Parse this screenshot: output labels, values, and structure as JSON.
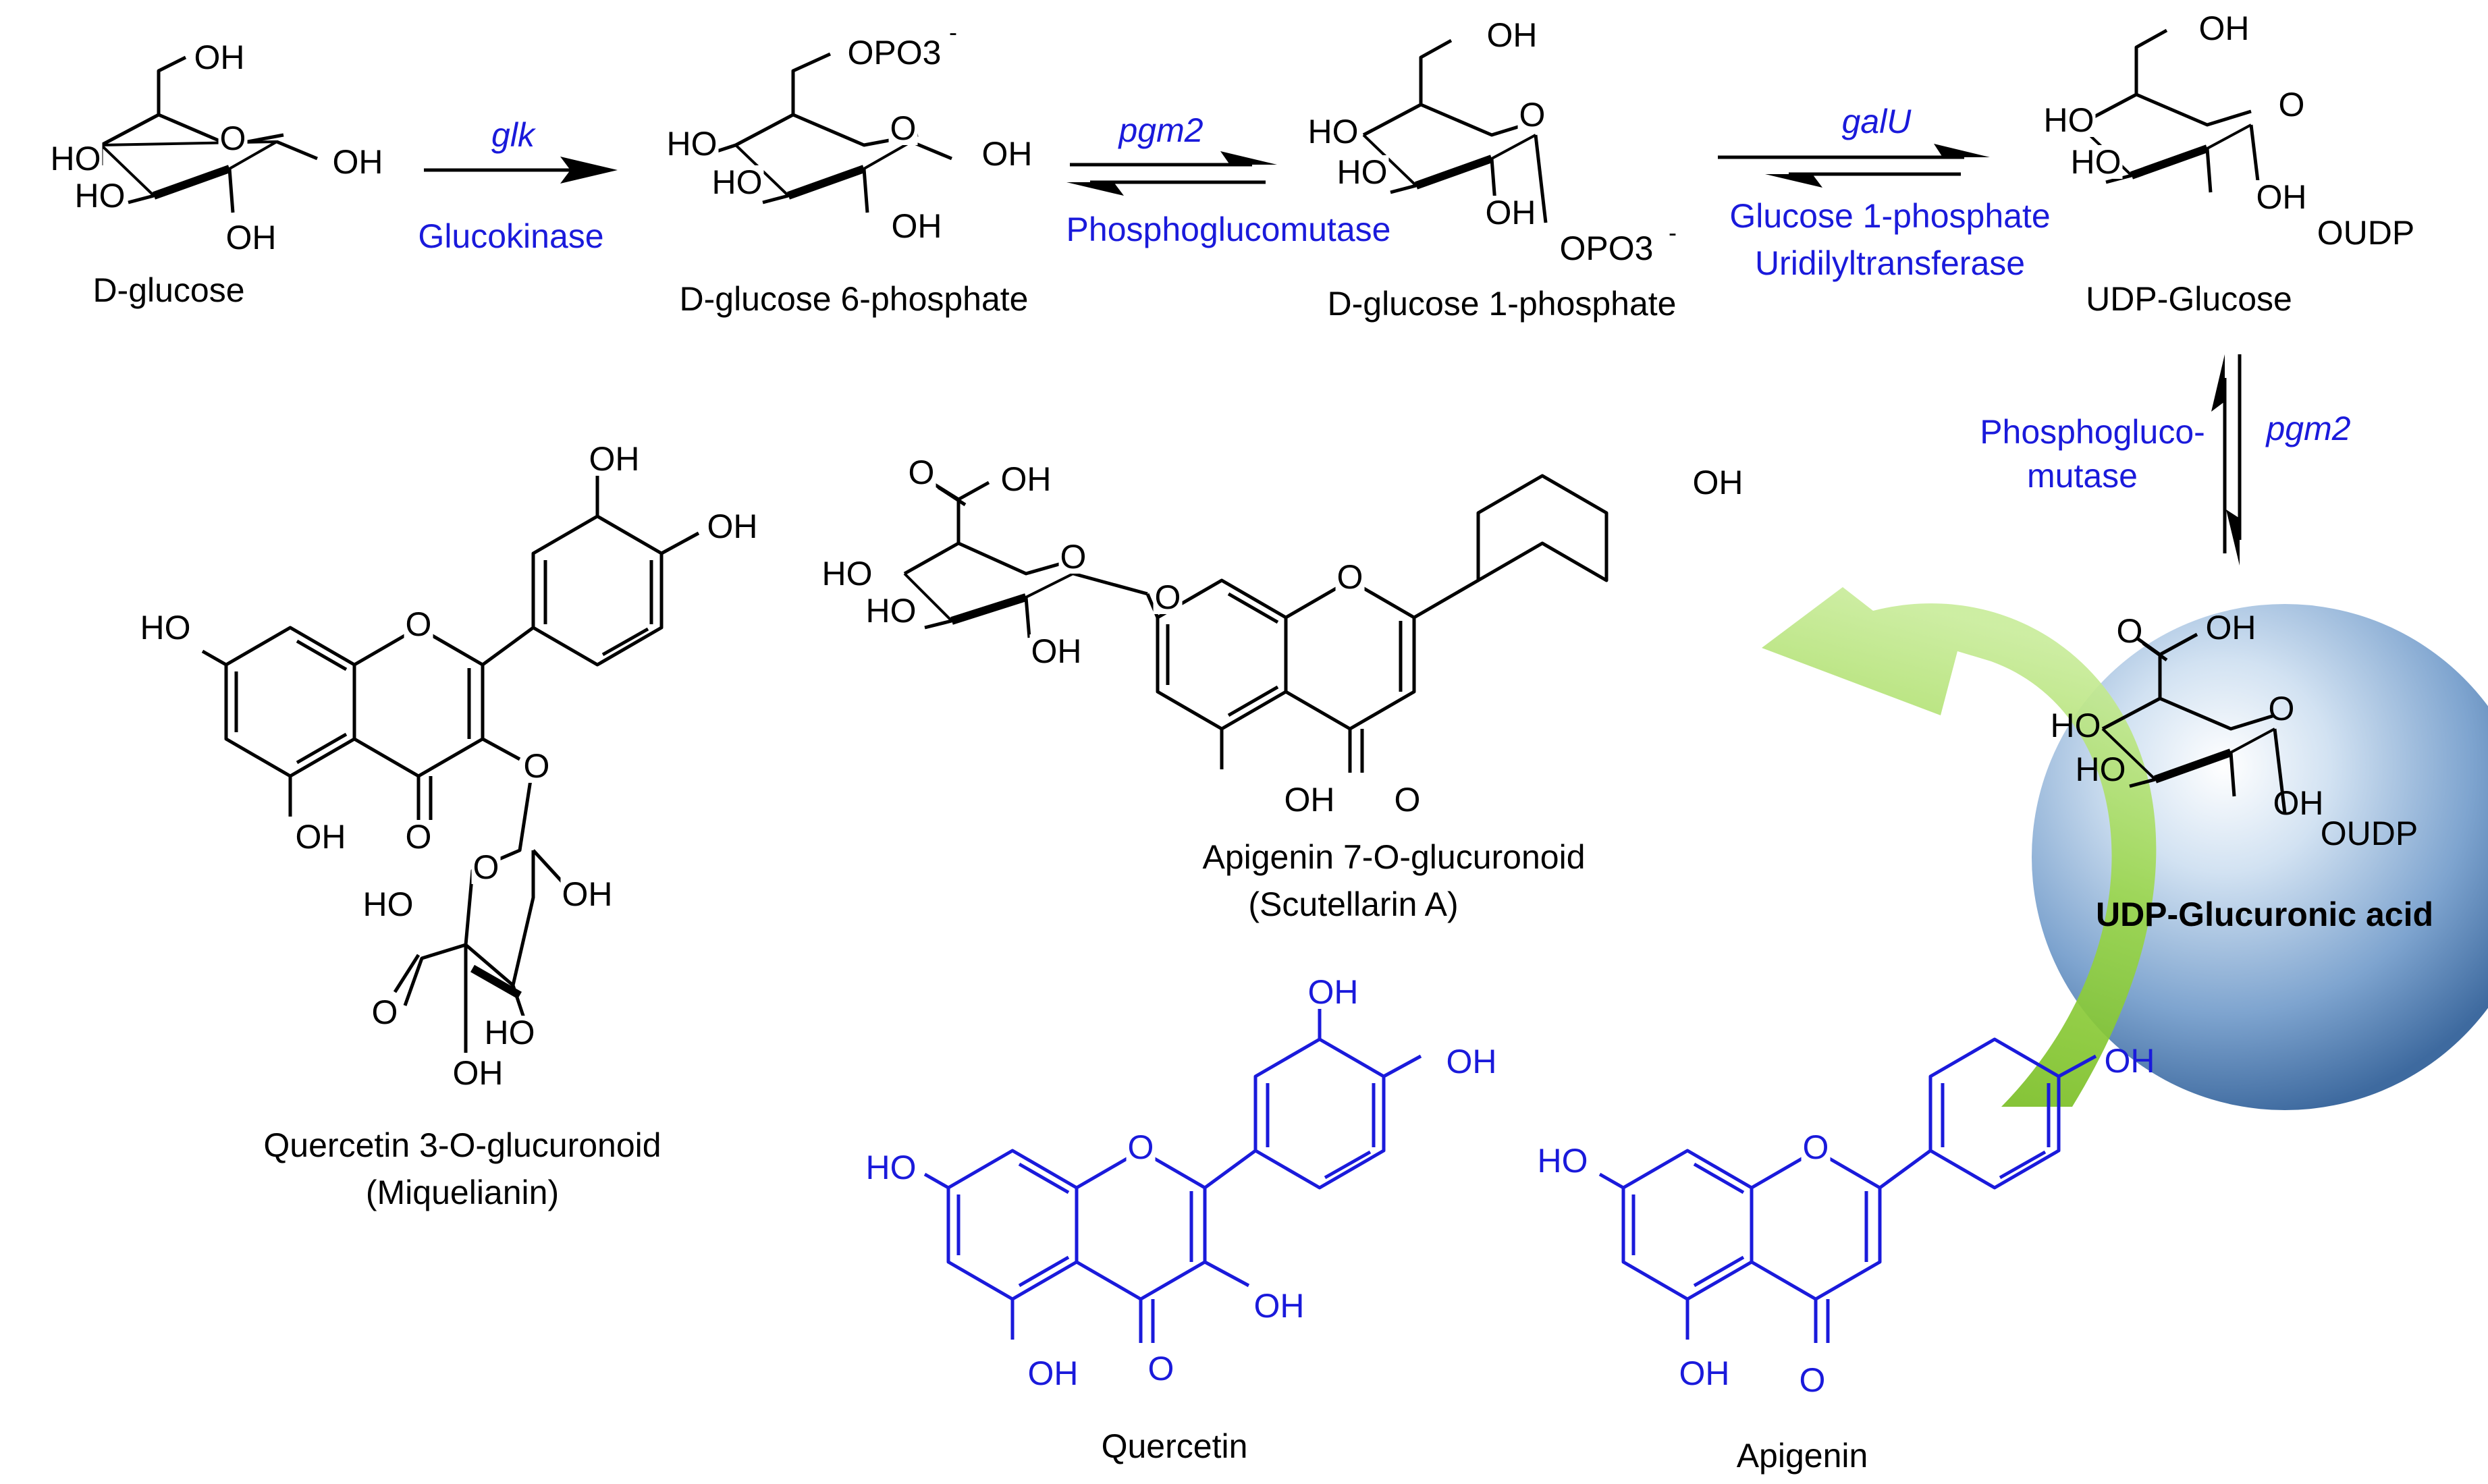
{
  "compounds": {
    "d_glucose": "D-glucose",
    "g6p": "D-glucose 6-phosphate",
    "g1p": "D-glucose 1-phosphate",
    "udp_glucose": "UDP-Glucose",
    "udp_glucuronic": "UDP-Glucuronic acid",
    "apigenin_glc": "Apigenin 7-O-glucuronoid",
    "apigenin_glc_alt": "(Scutellarin A)",
    "quercetin_glc": "Quercetin 3-O-glucuronoid",
    "quercetin_glc_alt": "(Miquelianin)",
    "quercetin": "Quercetin",
    "apigenin": "Apigenin"
  },
  "enzymes": {
    "glk_gene": "glk",
    "glk_name": "Glucokinase",
    "pgm2_gene": "pgm2",
    "pgm2_name": "Phosphoglucomutase",
    "galU_gene": "galU",
    "galU_name_1": "Glucose 1-phosphate",
    "galU_name_2": "Uridilyltransferase",
    "pgm2b_gene": "pgm2",
    "pgm2b_name_1": "Phosphogluco-",
    "pgm2b_name_2": "mutase"
  },
  "atoms": {
    "OH": "OH",
    "HO": "HO",
    "O": "O",
    "OPO3": "OPO3",
    "OUDP": "OUDP",
    "minus": "-",
    "three": "3"
  },
  "colors": {
    "enzyme_text": "#1a1adb",
    "substrate_flavonoid": "#1a1adb",
    "product_structure": "#000000",
    "sphere": "#5b86b8",
    "arrow_green": "#7ec21f"
  }
}
